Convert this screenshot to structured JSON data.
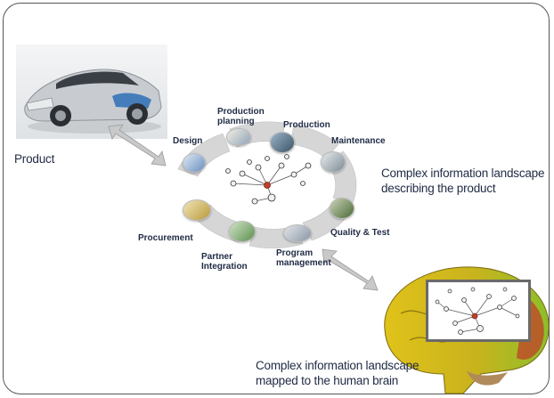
{
  "left": {
    "product_label": "Product"
  },
  "ring": {
    "stages": [
      {
        "key": "design",
        "label": "Design"
      },
      {
        "key": "production-planning",
        "label": "Production planning"
      },
      {
        "key": "production",
        "label": "Production"
      },
      {
        "key": "maintenance",
        "label": "Maintenance"
      },
      {
        "key": "quality-test",
        "label": "Quality & Test"
      },
      {
        "key": "program-management",
        "label": "Program management"
      },
      {
        "key": "partner-integration",
        "label": "Partner Integration"
      },
      {
        "key": "procurement",
        "label": "Procurement"
      }
    ]
  },
  "right": {
    "landscape_caption": "Complex information landscape describing the product",
    "brain_caption": "Complex information landscape mapped to the human brain"
  },
  "colors": {
    "frame": "#555555",
    "text": "#1f2a44",
    "arrow": "#c9c9c9",
    "ring": "#d6d6d6",
    "brain_yellow": "#e0c21a",
    "brain_green": "#8cbf2a",
    "brain_red": "#c0402a"
  }
}
